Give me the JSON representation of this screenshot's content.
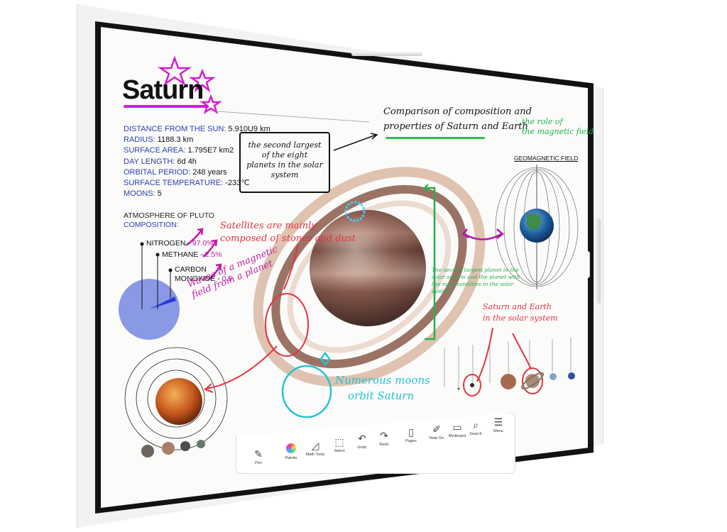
{
  "board": {
    "title": "Saturn",
    "stats": [
      {
        "label": "DISTANCE FROM THE SUN:",
        "value": " 5.910U9 km"
      },
      {
        "label": "RADIUS:",
        "value": " 1188.3 km"
      },
      {
        "label": "SURFACE AREA:",
        "value": " 1.795E7 km2"
      },
      {
        "label": "DAY LENGTH:",
        "value": " 6d 4h"
      },
      {
        "label": "ORBITAL PERIOD:",
        "value": " 248 years"
      },
      {
        "label": "SURFACE TEMPERATURE:",
        "value": " -233℃"
      },
      {
        "label": "MOONS:",
        "value": " 5"
      }
    ],
    "atmosphere": {
      "title": "ATMOSPHERE OF PLUTO",
      "subtitle": "COMPOSITION:",
      "items": [
        {
          "name": "NITROGEN - ",
          "pct": "97.0%"
        },
        {
          "name": "METHANE - ",
          "pct": "2.5%"
        },
        {
          "name_line1": "CARBON",
          "name_line2": "MONOXIDE - ",
          "pct": "0.5"
        }
      ],
      "pie": {
        "nitrogen": 97.0,
        "methane": 2.5,
        "carbon_monoxide": 0.5
      }
    },
    "box_note": "the second largest of the eight planets in the solar system",
    "comparison_line1": "Comparison of composition and",
    "comparison_line2": "properties of Saturn and Earth",
    "role_line1": "the role of",
    "role_line2": "the magnetic field",
    "geomagnetic_title": "GEOMAGNETIC FIELD",
    "satellites_line1": "Satellites are mainly",
    "satellites_line2": "composed of stones and dust",
    "waves_line1": "Waves of a magnetic",
    "waves_line2": "field from a planet",
    "moons_line1": "Numerous moons",
    "moons_line2": "orbit Saturn",
    "solar_line1": "Saturn and Earth",
    "solar_line2": "in the solar system",
    "green_note": "The second largest planet in the solar system and the planet with the most satellites in the solar system"
  },
  "toolbar": {
    "tools": [
      {
        "label": "Pen",
        "icon": "pen-icon",
        "glyph": "✎"
      },
      {
        "label": "Palette",
        "icon": "palette-icon",
        "glyph": ""
      },
      {
        "label": "Math Tools",
        "icon": "math-tools-icon",
        "glyph": "◿"
      },
      {
        "label": "Select",
        "icon": "select-icon",
        "glyph": "⬚"
      },
      {
        "label": "Undo",
        "icon": "undo-icon",
        "glyph": "↶"
      },
      {
        "label": "Redo",
        "icon": "redo-icon",
        "glyph": "↷"
      },
      {
        "label": "Pages",
        "icon": "pages-icon",
        "glyph": "▯"
      },
      {
        "label": "Note On",
        "icon": "note-on-icon",
        "glyph": "✐"
      },
      {
        "label": "Miniboard",
        "icon": "miniboard-icon",
        "glyph": "▭"
      },
      {
        "label": "Search",
        "icon": "search-icon",
        "glyph": "⌕"
      },
      {
        "label": "Menu",
        "icon": "menu-icon",
        "glyph": "☰"
      }
    ]
  },
  "colors": {
    "ink_blue": "#2a3fb0",
    "ink_magenta": "#c21aa8",
    "ink_red": "#e2343f",
    "ink_green": "#22b14a",
    "ink_cyan": "#23c3d6"
  }
}
